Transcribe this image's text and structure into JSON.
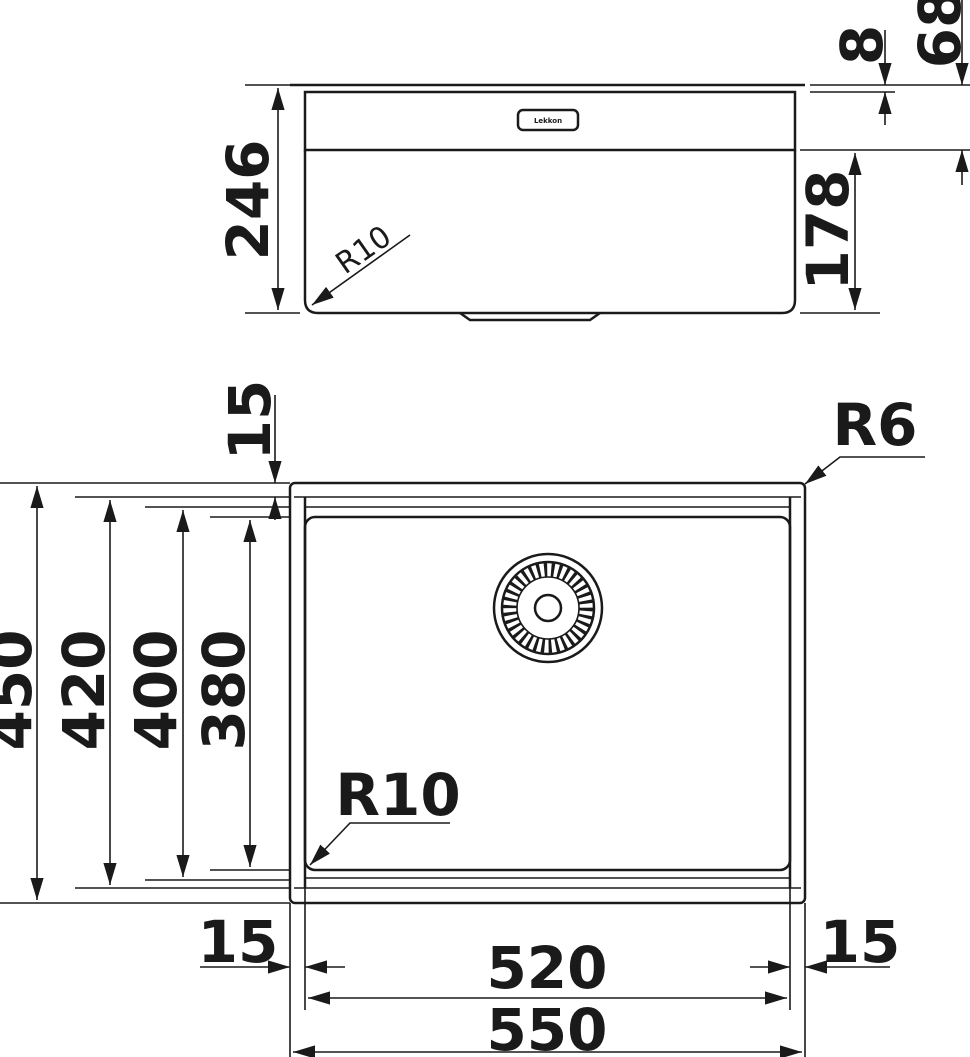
{
  "title": "Undermount sink dimension drawing",
  "side_view": {
    "height_total": "246",
    "bowl_depth": "178",
    "rim_thickness": "8",
    "panel_height": "68",
    "corner_radius": "R10",
    "logo": "Lekkon"
  },
  "top_view": {
    "outer_depth": "450",
    "depth_420": "420",
    "depth_400": "400",
    "inner_depth": "380",
    "rim_top": "15",
    "outer_radius": "R6",
    "inner_radius": "R10",
    "rim_left": "15",
    "rim_right": "15",
    "inner_width": "520",
    "outer_width": "550"
  },
  "colors": {
    "line": "#1a1a1a",
    "background": "#ffffff"
  }
}
